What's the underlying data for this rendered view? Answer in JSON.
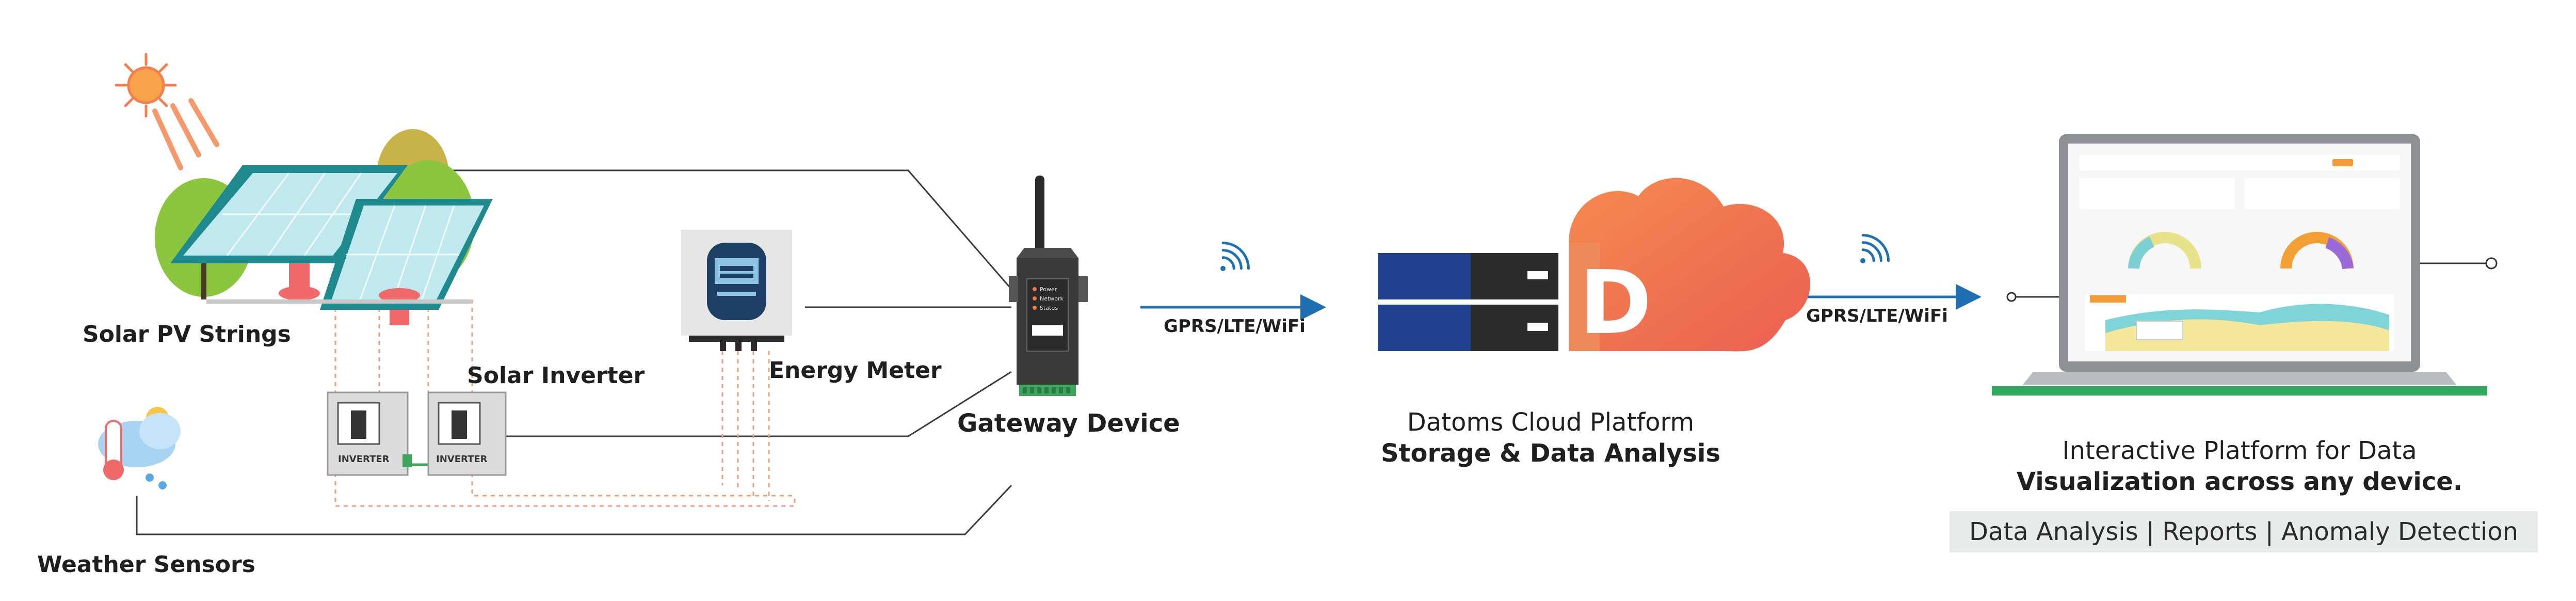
{
  "nodes": {
    "solar_pv": "Solar PV Strings",
    "solar_inverter": "Solar Inverter",
    "energy_meter": "Energy Meter",
    "weather": "Weather Sensors",
    "gateway": "Gateway Device",
    "cloud_line1": "Datoms Cloud Platform",
    "cloud_line2": "Storage & Data Analysis",
    "platform_line1": "Interactive Platform for Data",
    "platform_line2": "Visualization across any device.",
    "features": "Data Analysis | Reports | Anomaly Detection"
  },
  "links": {
    "gateway_to_cloud": "GPRS/LTE/WiFi",
    "cloud_to_platform": "GPRS/LTE/WiFi"
  },
  "device_text": {
    "inverter_label": "INVERTER",
    "gateway_leds": [
      "Power",
      "Network",
      "Status"
    ],
    "cloud_logo": "D"
  },
  "colors": {
    "arrow_blue": "#1f6fb3",
    "cloud_orange": "#f07a4f",
    "server_navy": "#21408e",
    "server_dark": "#2c2c2c",
    "laptop_green": "#2fa95e",
    "panel_teal": "#1e8a8e",
    "wire_orange": "#e9a27a"
  }
}
